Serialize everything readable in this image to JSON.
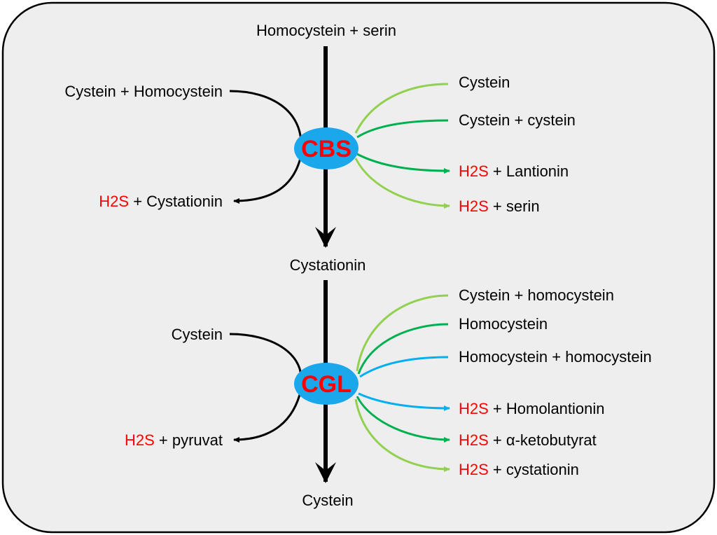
{
  "colors": {
    "panel_bg": "#eeeeee",
    "panel_border": "#000000",
    "enzyme_fill": "#1aa7ec",
    "enzyme_text": "#ff0000",
    "h2s_text": "#ff0000",
    "light_green": "#92d050",
    "dark_green": "#00b050",
    "blue": "#00b0f0",
    "black": "#000000"
  },
  "main_pathway": {
    "top_substrate": "Homocystein + serin",
    "middle_product": "Cystationin",
    "bottom_product": "Cystein"
  },
  "cbs": {
    "enzyme": "CBS",
    "left_input": "Cystein + Homocystein",
    "left_output": {
      "h2s": "H2S",
      "rest": " + Cystationin"
    },
    "right_inputs": [
      {
        "text": "Cystein",
        "color": "light_green"
      },
      {
        "text": "Cystein + cystein",
        "color": "dark_green"
      }
    ],
    "right_outputs": [
      {
        "h2s": "H2S",
        "rest": " + Lantionin",
        "color": "dark_green"
      },
      {
        "h2s": "H2S",
        "rest": " + serin",
        "color": "light_green"
      }
    ]
  },
  "cgl": {
    "enzyme": "CGL",
    "left_input": "Cystein",
    "left_output": {
      "h2s": "H2S",
      "rest": " + pyruvat"
    },
    "right_inputs": [
      {
        "text": "Cystein + homocystein",
        "color": "light_green"
      },
      {
        "text": "Homocystein",
        "color": "dark_green"
      },
      {
        "text": "Homocystein + homocystein",
        "color": "blue"
      }
    ],
    "right_outputs": [
      {
        "h2s": "H2S",
        "rest": " + Homolantionin",
        "color": "blue"
      },
      {
        "h2s": "H2S",
        "rest": " + α-ketobutyrat",
        "color": "dark_green"
      },
      {
        "h2s": "H2S",
        "rest": " + cystationin",
        "color": "light_green"
      }
    ]
  }
}
